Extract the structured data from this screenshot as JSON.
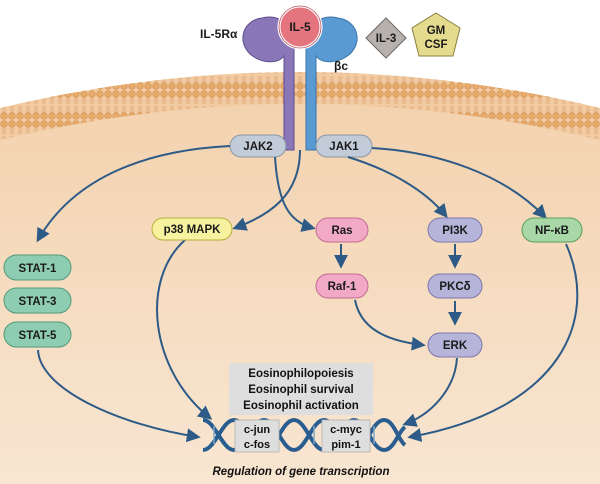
{
  "receptor": {
    "alpha_label": "IL-5Rα",
    "beta_label": "βc",
    "ligand": "IL-5",
    "other_ligands": [
      "IL-3",
      "GM\nCSF"
    ]
  },
  "kinases": {
    "jak2": "JAK2",
    "jak1": "JAK1"
  },
  "nodes": {
    "stat1": "STAT-1",
    "stat3": "STAT-3",
    "stat5": "STAT-5",
    "p38": "p38 MAPK",
    "ras": "Ras",
    "raf1": "Raf-1",
    "pi3k": "PI3K",
    "pkcd": "PKCδ",
    "erk": "ERK",
    "nfkb": "NF-κB"
  },
  "outcomes": [
    "Eosinophilopoiesis",
    "Eosinophil survival",
    "Eosinophil activation"
  ],
  "genes": {
    "left": [
      "c-jun",
      "c-fos"
    ],
    "right": [
      "c-myc",
      "pim-1"
    ]
  },
  "caption": "Regulation of gene transcription",
  "colors": {
    "arrow": "#2d5a86",
    "cytoplasm": "#f6dcc0",
    "membrane": "#e9b47a",
    "stat": "#8fcdb2",
    "p38": "#f7f2a0",
    "ras_raf": "#f2a9c6",
    "pi3k_pkc_erk": "#b7b4d9",
    "nfkb": "#a8d8a8",
    "jak": "#c2ccd8",
    "il5": "#e4747e",
    "alpha_chain": "#8a77b8",
    "beta_chain": "#5a9ad3",
    "il3": "#b8b2ae",
    "gmcsf": "#e5db8f",
    "dna": "#2a5d8f"
  }
}
